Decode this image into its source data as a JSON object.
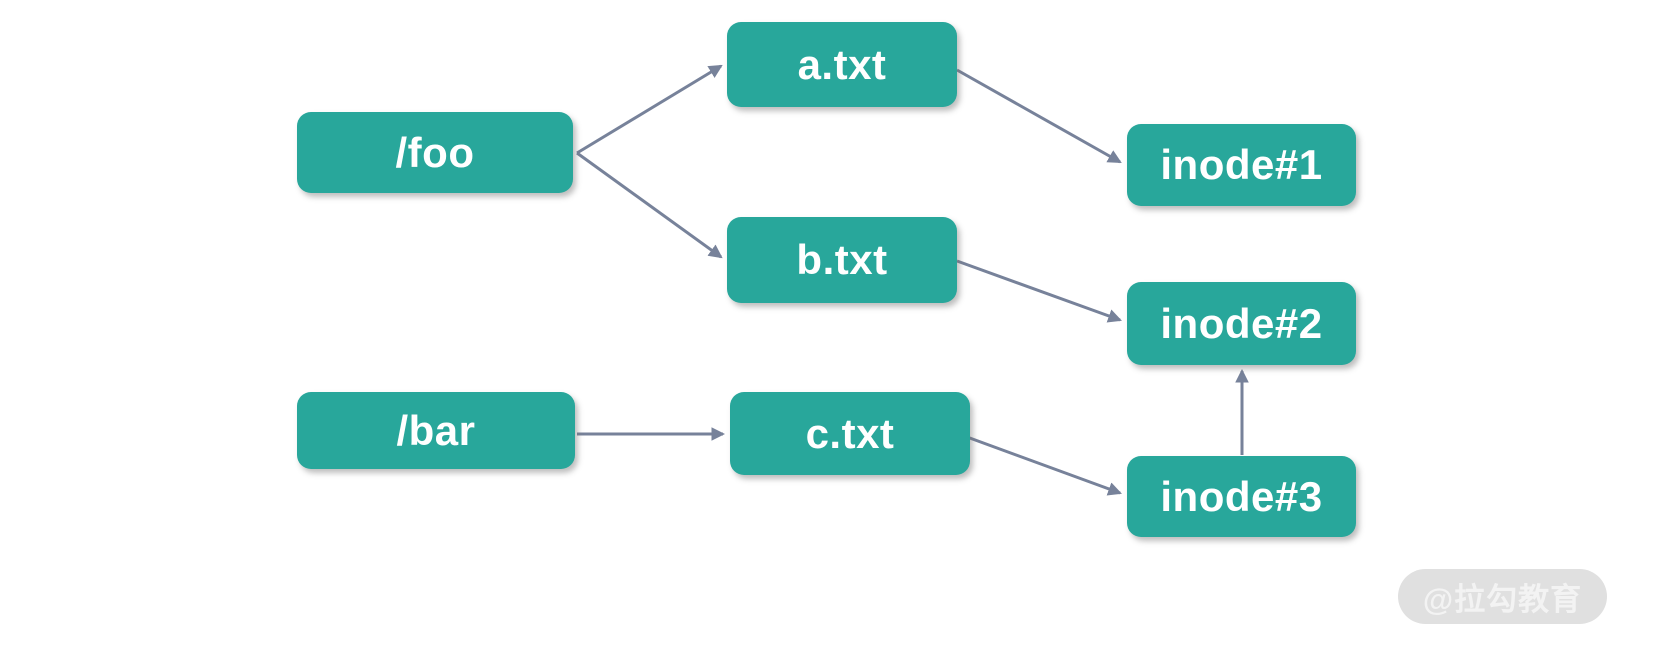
{
  "diagram": {
    "type": "filesystem-hardlink-diagram",
    "nodes": {
      "foo": {
        "label": "/foo"
      },
      "a_txt": {
        "label": "a.txt"
      },
      "b_txt": {
        "label": "b.txt"
      },
      "bar": {
        "label": "/bar"
      },
      "c_txt": {
        "label": "c.txt"
      },
      "inode1": {
        "label": "inode#1"
      },
      "inode2": {
        "label": "inode#2"
      },
      "inode3": {
        "label": "inode#3"
      }
    },
    "edges": [
      {
        "from": "/foo",
        "to": "a.txt"
      },
      {
        "from": "/foo",
        "to": "b.txt"
      },
      {
        "from": "a.txt",
        "to": "inode#1"
      },
      {
        "from": "b.txt",
        "to": "inode#2"
      },
      {
        "from": "/bar",
        "to": "c.txt"
      },
      {
        "from": "c.txt",
        "to": "inode#3"
      },
      {
        "from": "inode#3",
        "to": "inode#2"
      }
    ],
    "colors": {
      "node_fill": "#28a79b",
      "node_text": "#ffffff",
      "arrow": "#77829a",
      "background": "#ffffff",
      "watermark_pill": "#e0e0e0",
      "watermark_text": "#f3f3f3"
    }
  },
  "watermark": {
    "label": "@拉勾教育"
  }
}
